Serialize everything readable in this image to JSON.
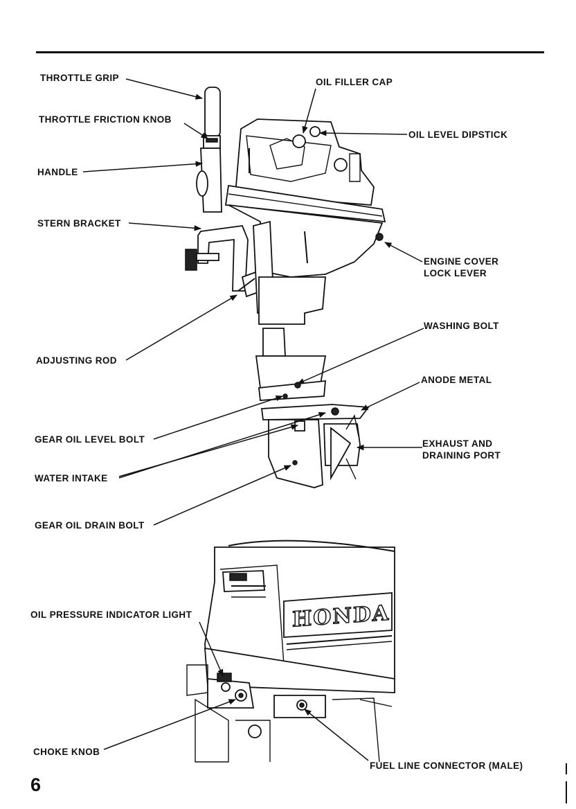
{
  "page_number": "6",
  "top_diagram": {
    "labels": {
      "throttle_grip": "THROTTLE GRIP",
      "throttle_friction_knob": "THROTTLE FRICTION KNOB",
      "handle": "HANDLE",
      "stern_bracket": "STERN BRACKET",
      "adjusting_rod": "ADJUSTING ROD",
      "gear_oil_level_bolt": "GEAR OIL LEVEL BOLT",
      "water_intake": "WATER INTAKE",
      "gear_oil_drain_bolt": "GEAR OIL DRAIN BOLT",
      "oil_filler_cap": "OIL FILLER CAP",
      "oil_level_dipstick": "OIL LEVEL DIPSTICK",
      "engine_cover_lock_lever_1": "ENGINE COVER",
      "engine_cover_lock_lever_2": "LOCK LEVER",
      "washing_bolt": "WASHING BOLT",
      "anode_metal": "ANODE METAL",
      "exhaust_1": "EXHAUST AND",
      "exhaust_2": "DRAINING PORT"
    }
  },
  "bottom_diagram": {
    "brand_logo": "HONDA",
    "labels": {
      "oil_pressure_indicator_light": "OIL PRESSURE INDICATOR LIGHT",
      "choke_knob": "CHOKE KNOB",
      "fuel_line_connector": "FUEL LINE CONNECTOR (MALE)"
    }
  }
}
